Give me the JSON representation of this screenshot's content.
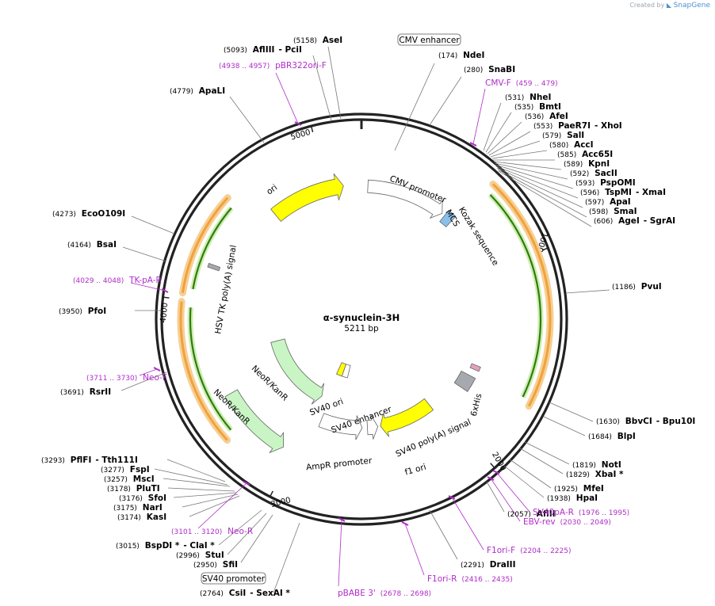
{
  "credit": {
    "prefix": "Created by",
    "brand": "SnapGene"
  },
  "plasmid": {
    "name": "α-synuclein-3H",
    "length_label": "5211 bp",
    "length": 5211
  },
  "ticks": [
    {
      "pos": 1000,
      "label": "1000"
    },
    {
      "pos": 2000,
      "label": "2000"
    },
    {
      "pos": 3000,
      "label": "3000"
    },
    {
      "pos": 4000,
      "label": "4000"
    },
    {
      "pos": 5000,
      "label": "5000"
    }
  ],
  "boxed_labels": [
    {
      "id": "cmv-enhancer-label",
      "text": "CMV enhancer"
    },
    {
      "id": "sv40-promoter-label",
      "text": "SV40 promoter"
    }
  ],
  "enzymes": [
    {
      "pos_label": "(5158)",
      "name": "AseI"
    },
    {
      "pos_label": "(5093)",
      "name": "AflIII",
      "name2": "- PciI"
    },
    {
      "pos_label": "(4779)",
      "name": "ApaLI"
    },
    {
      "pos_label": "(174)",
      "name": "NdeI"
    },
    {
      "pos_label": "(280)",
      "name": "SnaBI"
    },
    {
      "pos_label": "(531)",
      "name": "NheI"
    },
    {
      "pos_label": "(535)",
      "name": "BmtI"
    },
    {
      "pos_label": "(536)",
      "name": "AfeI"
    },
    {
      "pos_label": "(553)",
      "name": "PaeR7I",
      "name2": "- XhoI"
    },
    {
      "pos_label": "(579)",
      "name": "SalI"
    },
    {
      "pos_label": "(580)",
      "name": "AccI"
    },
    {
      "pos_label": "(585)",
      "name": "Acc65I"
    },
    {
      "pos_label": "(589)",
      "name": "KpnI"
    },
    {
      "pos_label": "(592)",
      "name": "SacII"
    },
    {
      "pos_label": "(593)",
      "name": "PspOMI"
    },
    {
      "pos_label": "(596)",
      "name": "TspMI",
      "name2": "- XmaI"
    },
    {
      "pos_label": "(597)",
      "name": "ApaI"
    },
    {
      "pos_label": "(598)",
      "name": "SmaI"
    },
    {
      "pos_label": "(606)",
      "name": "AgeI",
      "name2": "- SgrAI"
    },
    {
      "pos_label": "(1186)",
      "name": "PvuI"
    },
    {
      "pos_label": "(1630)",
      "name": "BbvCI",
      "name2": "- Bpu10I"
    },
    {
      "pos_label": "(1684)",
      "name": "BlpI"
    },
    {
      "pos_label": "(1819)",
      "name": "NotI"
    },
    {
      "pos_label": "(1829)",
      "name": "XbaI *"
    },
    {
      "pos_label": "(1925)",
      "name": "MfeI"
    },
    {
      "pos_label": "(1938)",
      "name": "HpaI"
    },
    {
      "pos_label": "(2057)",
      "name": "AflII"
    },
    {
      "pos_label": "(2291)",
      "name": "DraIII"
    },
    {
      "pos_label": "(2764)",
      "name": "CsiI",
      "name2": "- SexAI *"
    },
    {
      "pos_label": "(2950)",
      "name": "SfiI"
    },
    {
      "pos_label": "(2996)",
      "name": "StuI"
    },
    {
      "pos_label": "(3015)",
      "name": "BspDI *",
      "name2": "- ClaI *"
    },
    {
      "pos_label": "(3174)",
      "name": "KasI"
    },
    {
      "pos_label": "(3175)",
      "name": "NarI"
    },
    {
      "pos_label": "(3176)",
      "name": "SfoI"
    },
    {
      "pos_label": "(3178)",
      "name": "PluTI"
    },
    {
      "pos_label": "(3257)",
      "name": "MscI"
    },
    {
      "pos_label": "(3277)",
      "name": "FspI"
    },
    {
      "pos_label": "(3293)",
      "name": "PflFI",
      "name2": "- Tth111I"
    },
    {
      "pos_label": "(3691)",
      "name": "RsrII"
    },
    {
      "pos_label": "(3950)",
      "name": "PfoI"
    },
    {
      "pos_label": "(4164)",
      "name": "BsaI"
    },
    {
      "pos_label": "(4273)",
      "name": "EcoO109I"
    }
  ],
  "primers": [
    {
      "name": "pBR322ori-F",
      "range": "(4938 .. 4957)"
    },
    {
      "name": "CMV-F",
      "range": "(459 .. 479)"
    },
    {
      "name": "SV40pA-R",
      "range": "(1976 .. 1995)"
    },
    {
      "name": "EBV-rev",
      "range": "(2030 .. 2049)"
    },
    {
      "name": "F1ori-F",
      "range": "(2204 .. 2225)"
    },
    {
      "name": "F1ori-R",
      "range": "(2416 .. 2435)"
    },
    {
      "name": "pBABE 3'",
      "range": "(2678 .. 2698)"
    },
    {
      "name": "Neo-R",
      "range": "(3101 .. 3120)"
    },
    {
      "name": "Neo-F",
      "range": "(3711 .. 3730)"
    },
    {
      "name": "TK-pA-R",
      "range": "(4029 .. 4048)"
    }
  ],
  "features": [
    {
      "label": "CMV promoter"
    },
    {
      "label": "MCS"
    },
    {
      "label": "Kozak sequence"
    },
    {
      "label": "6xHis"
    },
    {
      "label": "SV40 poly(A) signal"
    },
    {
      "label": "f1 ori"
    },
    {
      "label": "AmpR promoter"
    },
    {
      "label": "SV40 ori"
    },
    {
      "label": "SV40 enhancer"
    },
    {
      "label": "NeoR/KanR"
    },
    {
      "label": "NeoR/KanR"
    },
    {
      "label": "HSV TK poly(A) signal"
    },
    {
      "label": "ori"
    }
  ],
  "colors": {
    "backbone": "#222222",
    "enzyme": "#000000",
    "primer": "#b02cc9",
    "orf": "#f0a23a",
    "orf_inner": "#2e7d0e",
    "yellow": "#ffff00",
    "light_green": "#c9f5c4",
    "blue": "#88c0ec",
    "gray": "#a6a9ad",
    "pink": "#e0a4bf"
  }
}
